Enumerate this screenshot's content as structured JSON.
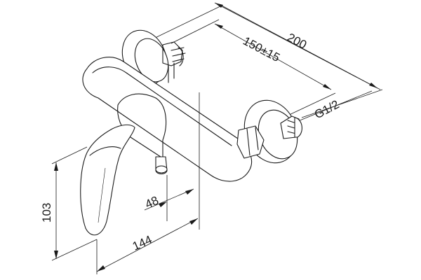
{
  "dimensions": {
    "overall_width": "200",
    "center_distance": "150±15",
    "connection_thread": "G1/2",
    "height": "103",
    "spout_offset": "48",
    "depth": "144"
  }
}
